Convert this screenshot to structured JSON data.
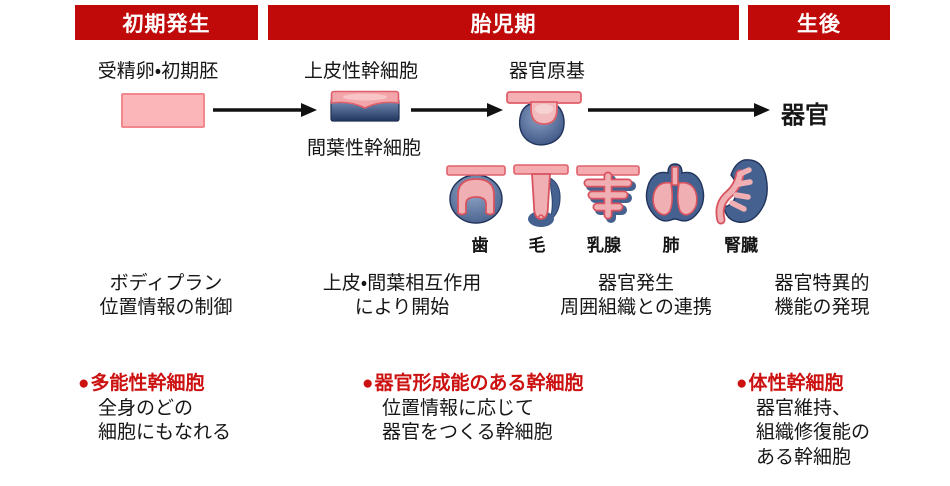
{
  "stage_banners": [
    {
      "label": "初期発生"
    },
    {
      "label": "胎児期"
    },
    {
      "label": "生後"
    }
  ],
  "flow": {
    "egg_label": "受精卵・初期胚",
    "epithelial_label": "上皮性幹細胞",
    "mesenchymal_label": "間葉性幹細胞",
    "primordium_label": "器官原基",
    "organ_label": "器官"
  },
  "organs": [
    {
      "label": "歯"
    },
    {
      "label": "毛"
    },
    {
      "label": "乳腺"
    },
    {
      "label": "肺"
    },
    {
      "label": "腎臓"
    }
  ],
  "stage_notes": [
    {
      "lines": [
        "ボディプラン",
        "位置情報の制御"
      ]
    },
    {
      "lines": [
        "上皮・間葉相互作用",
        "により開始"
      ]
    },
    {
      "lines": [
        "器官発生",
        "周囲組織との連携"
      ]
    },
    {
      "lines": [
        "器官特異的",
        "機能の発現"
      ]
    }
  ],
  "stem_cell_notes": [
    {
      "bullet": "●",
      "title": "多能性幹細胞",
      "lines": [
        "全身のどの",
        "細胞にもなれる"
      ]
    },
    {
      "bullet": "●",
      "title": "器官形成能のある幹細胞",
      "lines": [
        "位置情報に応じて",
        "器官をつくる幹細胞"
      ]
    },
    {
      "bullet": "●",
      "title": "体性幹細胞",
      "lines": [
        "器官維持、",
        "組織修復能の",
        "ある幹細胞"
      ]
    }
  ],
  "colors": {
    "banner_red": "#c00a0a",
    "accent_red": "#cc1111",
    "pink_box_fill": "#fbb6ba",
    "pink_box_border": "#f2878d",
    "organ_pink": "#f0a8ac",
    "organ_blue": "#44618f",
    "arrow_black": "#111111"
  }
}
